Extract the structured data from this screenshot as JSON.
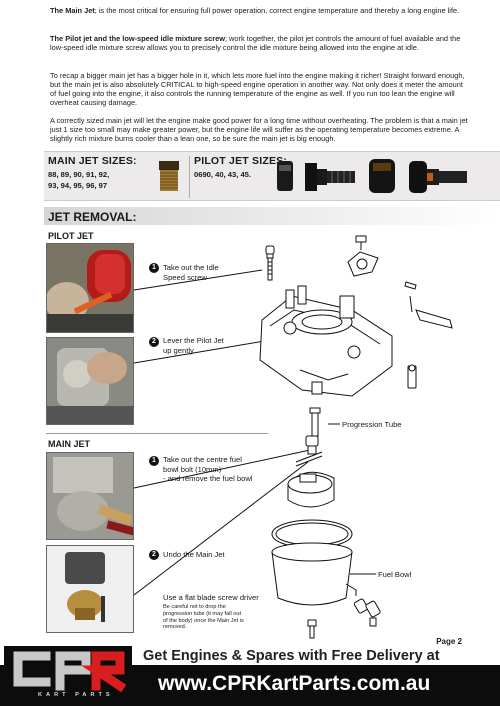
{
  "intro": {
    "p1_bold": "The Main Jet",
    "p1_text": "; is the most critical for ensuring full power operation, correct engine temperature and thereby a long engine life.",
    "p2_bold": "The Pilot jet and the low-speed idle mixture screw",
    "p2_text": "; work together, the pilot jet controls the amount of fuel available and the low-speed idle mixture screw allows you to precisely control the idle mixture being allowed into the engine at idle.",
    "p3": "To recap a bigger main jet has a bigger hole in it, which lets more fuel into the engine making it richer! Straight forward enough, but the main jet is also absolutely CRITICAL to high-speed engine operation in another way.  Not only does it meter the amount of fuel going into the engine, it also controls the running temperature of the engine as well. If you run too lean the engine will overheat causing damage.",
    "p4": "A correctly sized main jet will let the engine make good power for a long time without overheating.  The problem is that a main jet just 1 size too small may make greater power, but the engine life will suffer as the operating temperature becomes extreme.   A slightly rich mixture burns cooler than a lean one, so be sure the main jet is big enough."
  },
  "main_jet_sizes": {
    "title": "MAIN JET SIZES:",
    "line1": "88,  89,  90,  91,  92,",
    "line2": "93,  94,  95,  96,  97"
  },
  "pilot_jet_sizes": {
    "title": "PILOT JET SIZES:",
    "line1": "0690,   40,   43,   45."
  },
  "jet_removal": {
    "title": "JET REMOVAL:",
    "pilot_heading": "PILOT JET",
    "main_heading": "MAIN JET"
  },
  "pilot_steps": [
    {
      "num": "1",
      "text": "Take out the Idle\nSpeed screw"
    },
    {
      "num": "2",
      "text": "Lever the Pilot Jet\nup gently"
    }
  ],
  "main_steps": [
    {
      "num": "1",
      "text": "Take out the centre fuel\nbowl bolt (10mm)\n- and remove the fuel bowl"
    },
    {
      "num": "2",
      "text": "Undo the Main Jet"
    }
  ],
  "screwdriver": {
    "text": "Use a flat blade screw driver",
    "note": "Be careful not to drop the\nprogression tube (it may fall out\nof the body) once the Main Jet is\nremoved."
  },
  "callouts": {
    "progression_tube": "Progression Tube",
    "fuel_bowl": "Fuel Bowl"
  },
  "page_number": "Page 2",
  "footer": {
    "tagline": "Get Engines & Spares with Free Delivery at",
    "url": "www.CPRKartParts.com.au",
    "logo_text": "CPR",
    "logo_sub": "KART PARTS"
  }
}
